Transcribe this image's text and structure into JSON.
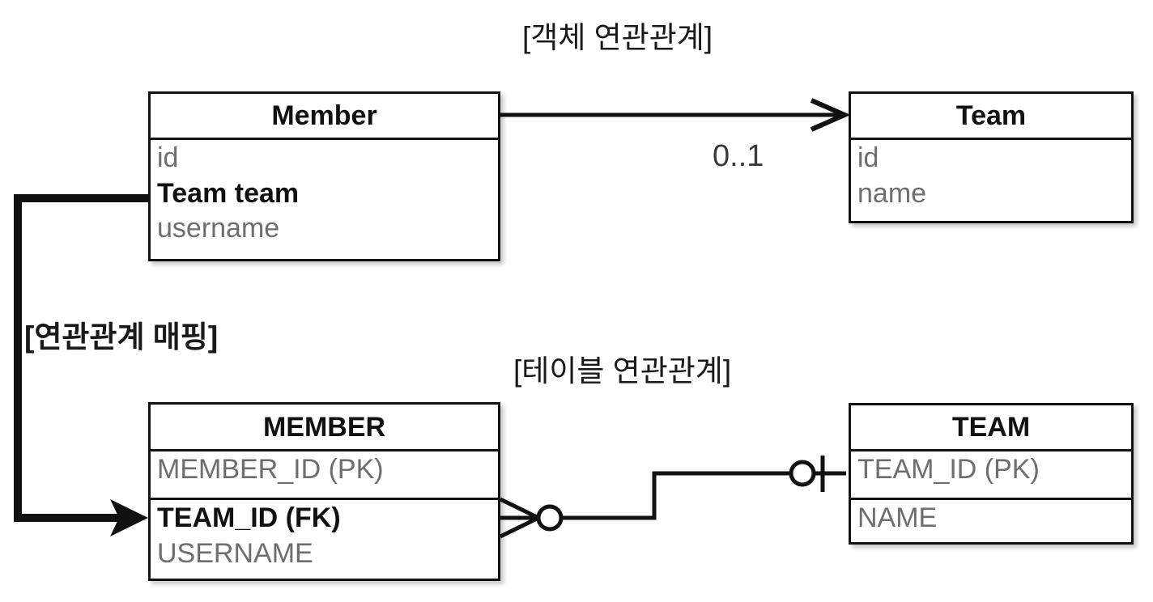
{
  "diagram": {
    "object_section_title": "[객체 연관관계]",
    "table_section_title": "[테이블 연관관계]",
    "mapping_label": "[연관관계 매핑]",
    "multiplicity": "0..1"
  },
  "object_model": {
    "member_class": {
      "title": "Member",
      "fields": [
        {
          "name": "id",
          "emphasis": false
        },
        {
          "name": "Team team",
          "emphasis": true
        },
        {
          "name": "username",
          "emphasis": false
        }
      ]
    },
    "team_class": {
      "title": "Team",
      "fields": [
        {
          "name": "id",
          "emphasis": false
        },
        {
          "name": "name",
          "emphasis": false
        }
      ]
    },
    "association": {
      "from": "Member",
      "to": "Team",
      "multiplicity": "0..1",
      "arrow": "open-arrowhead"
    }
  },
  "table_model": {
    "member_table": {
      "title": "MEMBER",
      "key_compartment": [
        {
          "name": "MEMBER_ID (PK)",
          "emphasis": false
        }
      ],
      "column_compartment": [
        {
          "name": "TEAM_ID (FK)",
          "emphasis": true
        },
        {
          "name": "USERNAME",
          "emphasis": false
        }
      ]
    },
    "team_table": {
      "title": "TEAM",
      "key_compartment": [
        {
          "name": "TEAM_ID (PK)",
          "emphasis": false
        }
      ],
      "column_compartment": [
        {
          "name": "NAME",
          "emphasis": false
        }
      ]
    },
    "relationship": {
      "member_side_symbol": "crows-foot-zero-or-many",
      "team_side_symbol": "circle-tick-zero-or-one",
      "line_style": "orthogonal-step"
    }
  },
  "mapping_link": {
    "label": "[연관관계 매핑]",
    "from": "Member.Team team",
    "to": "MEMBER.TEAM_ID (FK)",
    "arrow": "solid-filled-arrowhead"
  },
  "colors": {
    "stroke": "#111111",
    "field_text": "#6e6e6e",
    "emphasis_text": "#111111",
    "background": "#ffffff"
  }
}
